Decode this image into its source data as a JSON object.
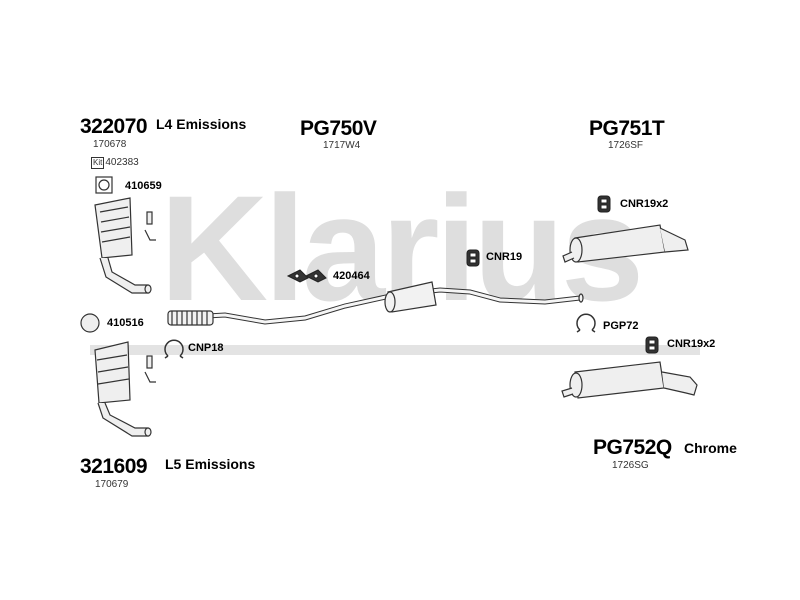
{
  "watermark": "Klarius",
  "parts": {
    "cat_l4": {
      "number": "322070",
      "label": "L4 Emissions",
      "ref": "170678"
    },
    "kit": {
      "box": "Kit",
      "number": "402383"
    },
    "cat_l5": {
      "number": "321609",
      "label": "L5 Emissions",
      "ref": "170679"
    },
    "middle": {
      "number": "PG750V",
      "ref": "1717W4"
    },
    "rear_top": {
      "number": "PG751T",
      "ref": "1726SF"
    },
    "rear_bottom": {
      "number": "PG752Q",
      "label": "Chrome",
      "ref": "1726SG"
    }
  },
  "fittings": {
    "f410659": "410659",
    "f420464": "420464",
    "f410516": "410516",
    "cnp18": "CNP18",
    "cnr19": "CNR19",
    "cnr19x2_top": "CNR19x2",
    "pgp72": "PGP72",
    "cnr19x2_bottom": "CNR19x2"
  },
  "colors": {
    "watermark": "#d9d9d9",
    "line": "#333333",
    "fill": "#efefef"
  }
}
